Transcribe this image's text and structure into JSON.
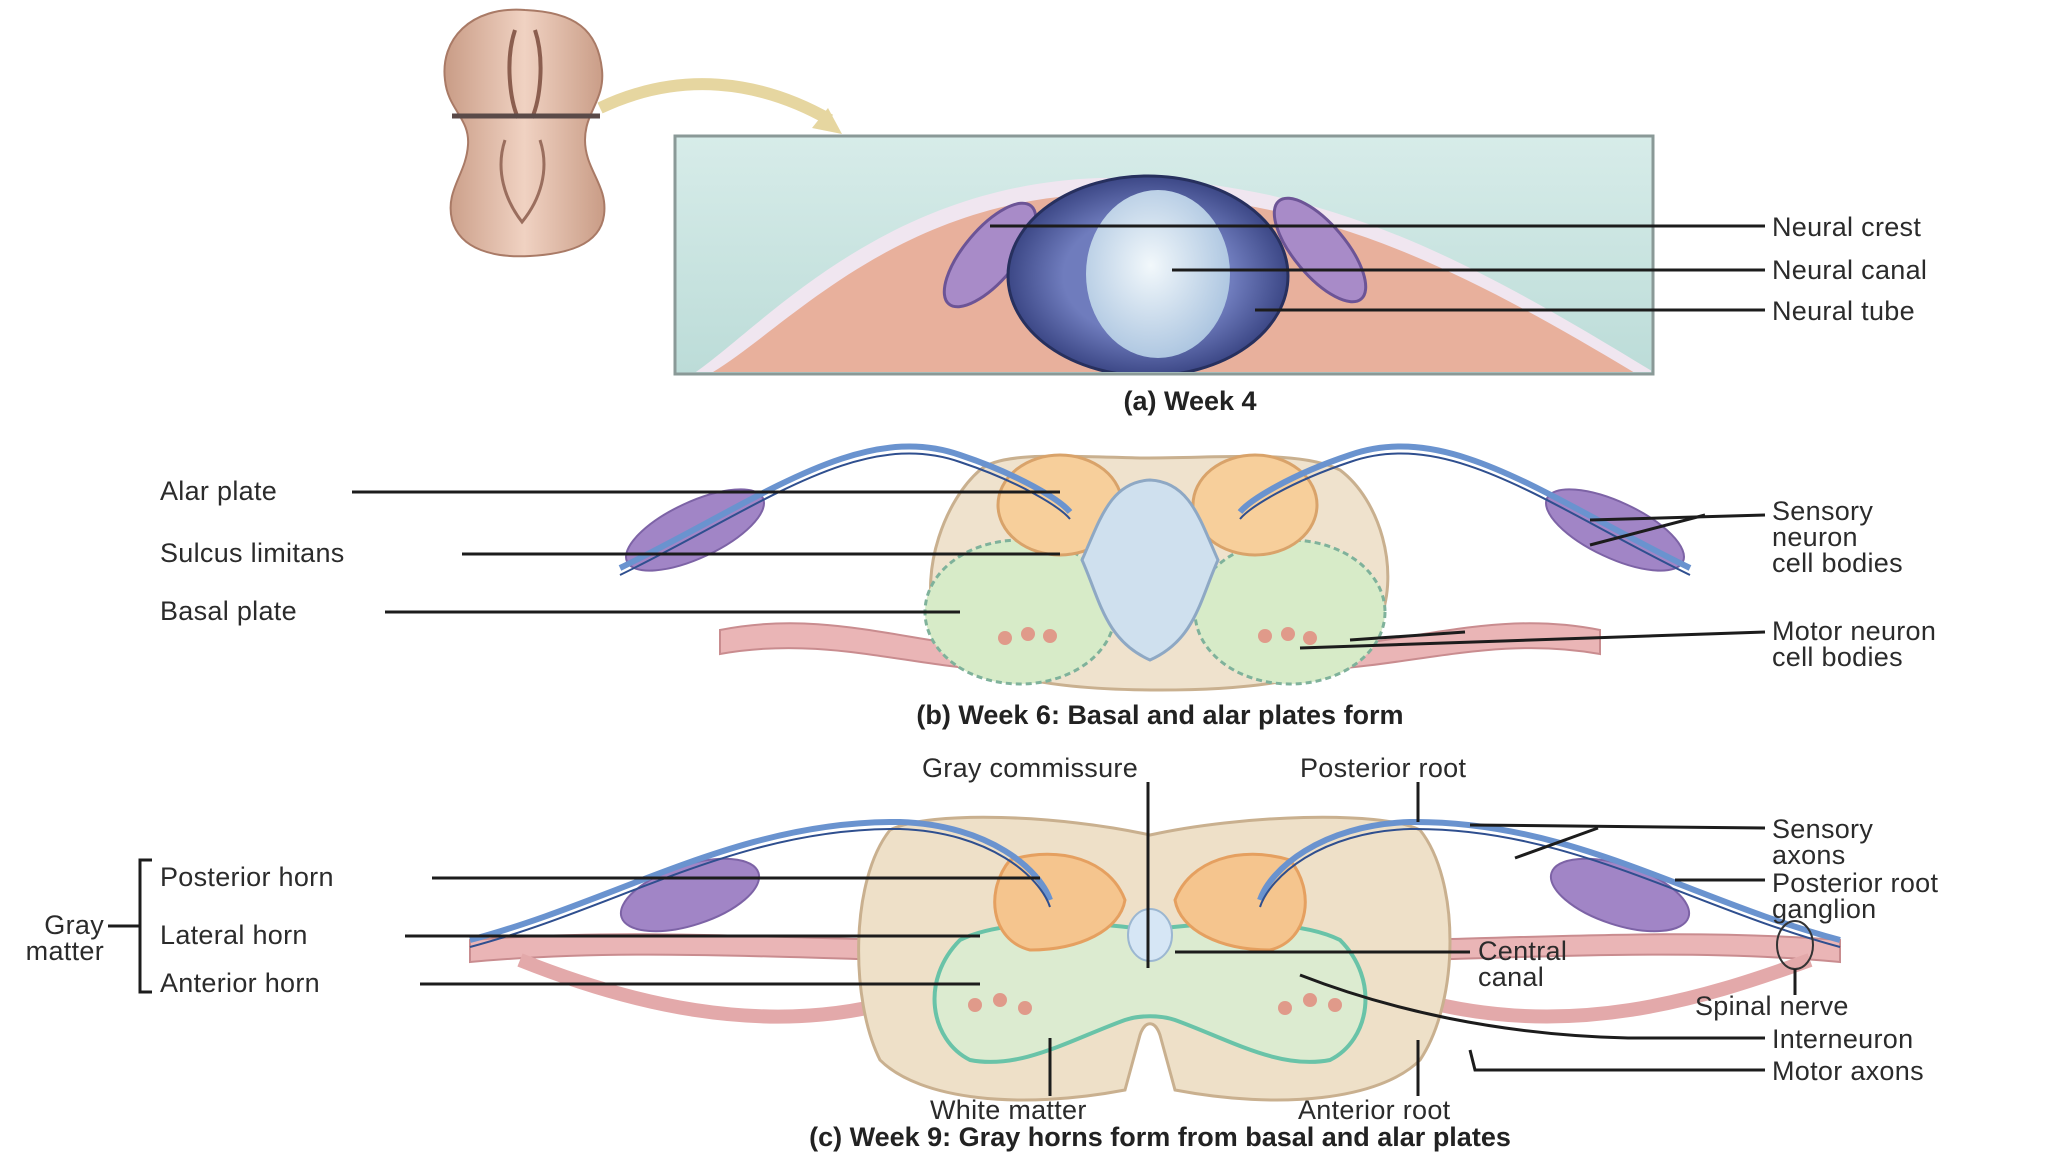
{
  "panels": {
    "a": {
      "caption": "(a) Week 4",
      "labels": [
        "Neural crest",
        "Neural canal",
        "Neural tube"
      ]
    },
    "b": {
      "caption": "(b) Week 6: Basal and alar plates form",
      "left_labels": [
        "Alar plate",
        "Sulcus limitans",
        "Basal plate"
      ],
      "right_labels": [
        "Sensory\nneuron\ncell bodies",
        "Motor neuron\ncell bodies"
      ]
    },
    "c": {
      "caption": "(c) Week 9: Gray horns form from basal and alar plates",
      "top_labels": [
        "Gray commissure",
        "Posterior root"
      ],
      "bracket_label": "Gray\nmatter",
      "left_labels": [
        "Posterior horn",
        "Lateral horn",
        "Anterior horn"
      ],
      "right_labels": [
        "Sensory\naxons",
        "Posterior root\nganglion",
        "Central\ncanal",
        "Spinal nerve",
        "Interneuron",
        "Motor axons"
      ],
      "bottom_labels": [
        "White matter",
        "Anterior root"
      ]
    }
  },
  "colors": {
    "tissue": "#e3ad98",
    "neural_tube": "#4e5a9a",
    "canal": "#c7dbe8",
    "crest": "#9e83c2",
    "axon": "#5b86c8",
    "alar": "#f6cf9a",
    "basal": "#d4e8c4",
    "matter": "#efe2cd",
    "muscle": "#e8aeb0"
  }
}
